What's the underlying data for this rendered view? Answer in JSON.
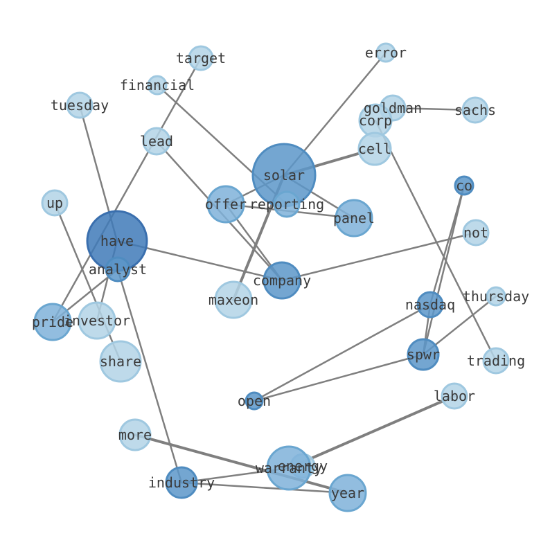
{
  "graph": {
    "colors": {
      "edge": "#7f7f7f",
      "label": "#3a3a3a",
      "node_scale": [
        "#b3d4e6",
        "#9ec8e2",
        "#7fb2d9",
        "#5c97c9",
        "#3f7ab9"
      ]
    },
    "nodes": [
      {
        "id": "target",
        "label": "target",
        "weight": 1,
        "shade": 0
      },
      {
        "id": "error",
        "label": "error",
        "weight": 0.6,
        "shade": 0
      },
      {
        "id": "financial",
        "label": "financial",
        "weight": 0.6,
        "shade": 0
      },
      {
        "id": "tuesday",
        "label": "tuesday",
        "weight": 1,
        "shade": 0
      },
      {
        "id": "goldman",
        "label": "goldman",
        "weight": 1,
        "shade": 0
      },
      {
        "id": "sachs",
        "label": "sachs",
        "weight": 1,
        "shade": 0
      },
      {
        "id": "corp",
        "label": "corp",
        "weight": 1.2,
        "shade": 0
      },
      {
        "id": "lead",
        "label": "lead",
        "weight": 1,
        "shade": 0
      },
      {
        "id": "cell",
        "label": "cell",
        "weight": 1.4,
        "shade": 0
      },
      {
        "id": "solar",
        "label": "solar",
        "weight": 5,
        "shade": 3
      },
      {
        "id": "co",
        "label": "co",
        "weight": 0.5,
        "shade": 3
      },
      {
        "id": "up",
        "label": "up",
        "weight": 1,
        "shade": 0
      },
      {
        "id": "offer",
        "label": "offer",
        "weight": 2,
        "shade": 2
      },
      {
        "id": "reporting",
        "label": "reporting",
        "weight": 1.2,
        "shade": 2
      },
      {
        "id": "panel",
        "label": "panel",
        "weight": 2,
        "shade": 2
      },
      {
        "id": "not",
        "label": "not",
        "weight": 1,
        "shade": 0
      },
      {
        "id": "have",
        "label": "have",
        "weight": 6,
        "shade": 4
      },
      {
        "id": "analyst",
        "label": "analyst",
        "weight": 1,
        "shade": 3
      },
      {
        "id": "company",
        "label": "company",
        "weight": 2,
        "shade": 3
      },
      {
        "id": "maxeon",
        "label": "maxeon",
        "weight": 2.2,
        "shade": 0
      },
      {
        "id": "nasdaq",
        "label": "nasdaq",
        "weight": 1.1,
        "shade": 3
      },
      {
        "id": "thursday",
        "label": "thursday",
        "weight": 0.6,
        "shade": 0
      },
      {
        "id": "pride",
        "label": "pride",
        "weight": 2,
        "shade": 2
      },
      {
        "id": "investor",
        "label": "investor",
        "weight": 2,
        "shade": 0
      },
      {
        "id": "spwr",
        "label": "spwr",
        "weight": 1.5,
        "shade": 3
      },
      {
        "id": "share",
        "label": "share",
        "weight": 2.5,
        "shade": 0
      },
      {
        "id": "trading",
        "label": "trading",
        "weight": 1,
        "shade": 0
      },
      {
        "id": "open",
        "label": "open",
        "weight": 0.6,
        "shade": 3
      },
      {
        "id": "labor",
        "label": "labor",
        "weight": 1,
        "shade": 0
      },
      {
        "id": "more",
        "label": "more",
        "weight": 1.5,
        "shade": 0
      },
      {
        "id": "energy",
        "label": "energy",
        "weight": 1,
        "shade": 0
      },
      {
        "id": "warranty",
        "label": "warranty",
        "weight": 3,
        "shade": 2
      },
      {
        "id": "industry",
        "label": "industry",
        "weight": 1.5,
        "shade": 3
      },
      {
        "id": "year",
        "label": "year",
        "weight": 2,
        "shade": 2
      }
    ],
    "edges": [
      {
        "source": "solar",
        "target": "error",
        "strength": 1
      },
      {
        "source": "solar",
        "target": "cell",
        "strength": 2
      },
      {
        "source": "solar",
        "target": "offer",
        "strength": 1
      },
      {
        "source": "solar",
        "target": "maxeon",
        "strength": 2
      },
      {
        "source": "solar",
        "target": "panel",
        "strength": 1
      },
      {
        "source": "financial",
        "target": "reporting",
        "strength": 1
      },
      {
        "source": "goldman",
        "target": "sachs",
        "strength": 1
      },
      {
        "source": "corp",
        "target": "trading",
        "strength": 1
      },
      {
        "source": "lead",
        "target": "company",
        "strength": 1
      },
      {
        "source": "offer",
        "target": "panel",
        "strength": 1
      },
      {
        "source": "offer",
        "target": "company",
        "strength": 1
      },
      {
        "source": "have",
        "target": "tuesday",
        "strength": 1
      },
      {
        "source": "have",
        "target": "company",
        "strength": 1
      },
      {
        "source": "have",
        "target": "investor",
        "strength": 1
      },
      {
        "source": "target",
        "target": "pride",
        "strength": 1
      },
      {
        "source": "up",
        "target": "share",
        "strength": 1
      },
      {
        "source": "analyst",
        "target": "pride",
        "strength": 1
      },
      {
        "source": "analyst",
        "target": "industry",
        "strength": 1
      },
      {
        "source": "company",
        "target": "not",
        "strength": 1
      },
      {
        "source": "co",
        "target": "nasdaq",
        "strength": 1
      },
      {
        "source": "co",
        "target": "spwr",
        "strength": 1
      },
      {
        "source": "nasdaq",
        "target": "spwr",
        "strength": 1
      },
      {
        "source": "nasdaq",
        "target": "open",
        "strength": 1
      },
      {
        "source": "spwr",
        "target": "thursday",
        "strength": 1
      },
      {
        "source": "spwr",
        "target": "open",
        "strength": 1
      },
      {
        "source": "labor",
        "target": "warranty",
        "strength": 2
      },
      {
        "source": "more",
        "target": "year",
        "strength": 2
      },
      {
        "source": "industry",
        "target": "warranty",
        "strength": 1
      },
      {
        "source": "industry",
        "target": "year",
        "strength": 1
      }
    ]
  }
}
